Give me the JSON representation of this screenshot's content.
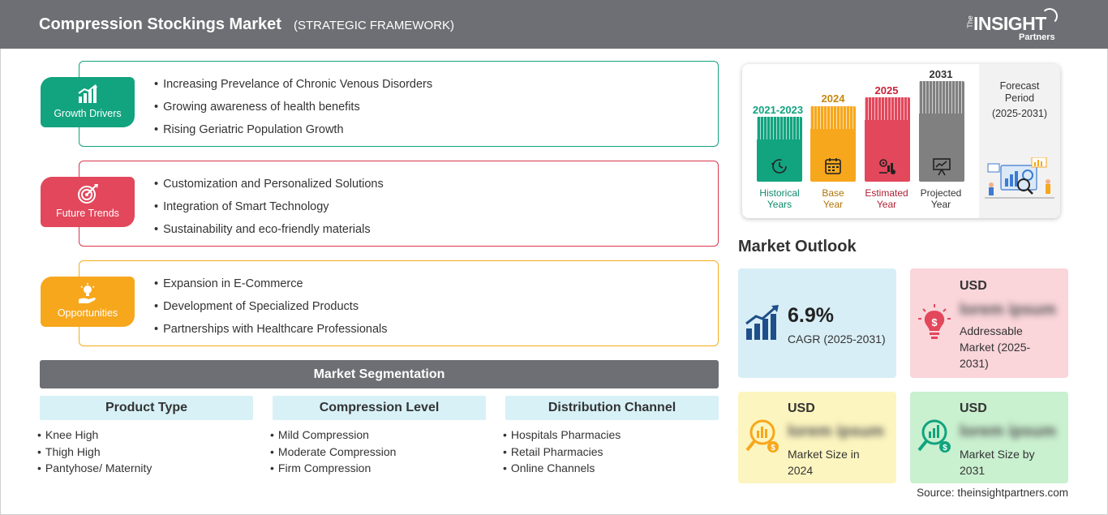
{
  "header": {
    "title": "Compression Stockings Market",
    "subtitle": "(STRATEGIC FRAMEWORK)",
    "logo": {
      "the": "The",
      "insight": "INSIGHT",
      "partners": "Partners"
    }
  },
  "framework": [
    {
      "label": "Growth Drivers",
      "icon": "bar-chart-growth-icon",
      "color": "#12a37f",
      "items": [
        "Increasing Prevelance of Chronic Venous Disorders",
        "Growing awareness of health benefits",
        "Rising Geriatric Population Growth"
      ]
    },
    {
      "label": "Future Trends",
      "icon": "target-icon",
      "color": "#e2475b",
      "items": [
        "Customization and Personalized Solutions",
        "Integration of Smart Technology",
        "Sustainability and eco-friendly materials"
      ]
    },
    {
      "label": "Opportunities",
      "icon": "lightbulb-hand-icon",
      "color": "#f7a71c",
      "items": [
        "Expansion in E-Commerce",
        "Development of Specialized Products",
        "Partnerships with Healthcare Professionals"
      ]
    }
  ],
  "segmentation": {
    "title": "Market Segmentation",
    "columns": [
      {
        "title": "Product Type",
        "items": [
          "Knee High",
          "Thigh High",
          "Pantyhose/ Maternity"
        ]
      },
      {
        "title": "Compression Level",
        "items": [
          "Mild Compression",
          "Moderate Compression",
          "Firm Compression"
        ]
      },
      {
        "title": "Distribution Channel",
        "items": [
          "Hospitals Pharmacies",
          "Retail Pharmacies",
          "Online Channels"
        ]
      }
    ]
  },
  "timeline": {
    "bars": [
      {
        "year": "2021-2023",
        "label_line1": "Historical",
        "label_line2": "Years",
        "color": "#12a37f",
        "icon": "history-clock-icon"
      },
      {
        "year": "2024",
        "label_line1": "Base",
        "label_line2": "Year",
        "color": "#f7a71c",
        "icon": "calendar-icon"
      },
      {
        "year": "2025",
        "label_line1": "Estimated",
        "label_line2": "Year",
        "color": "#e2475b",
        "icon": "gear-chart-icon"
      },
      {
        "year": "2031",
        "label_line1": "Projected",
        "label_line2": "Year",
        "color": "#808080",
        "icon": "presentation-board-icon"
      }
    ],
    "forecast_title_line1": "Forecast",
    "forecast_title_line2": "Period",
    "forecast_range": "(2025-2031)"
  },
  "outlook": {
    "title": "Market Outlook",
    "cagr": {
      "value": "6.9%",
      "label": "CAGR (2025-2031)",
      "color": "#d8eef6"
    },
    "addressable": {
      "currency": "USD",
      "value": "lorem ipsum",
      "label_line1": "Addressable",
      "label_line2": "Market (2025-",
      "label_line3": "2031)",
      "color": "#fad5da"
    },
    "size_2024": {
      "currency": "USD",
      "value": "lorem ipsum",
      "label_line1": "Market Size in",
      "label_line2": "2024",
      "color": "#fdf5bf"
    },
    "size_2031": {
      "currency": "USD",
      "value": "lorem ipsum",
      "label_line1": "Market Size by",
      "label_line2": "2031",
      "color": "#c9f0cf"
    }
  },
  "source": "Source: theinsightpartners.com"
}
